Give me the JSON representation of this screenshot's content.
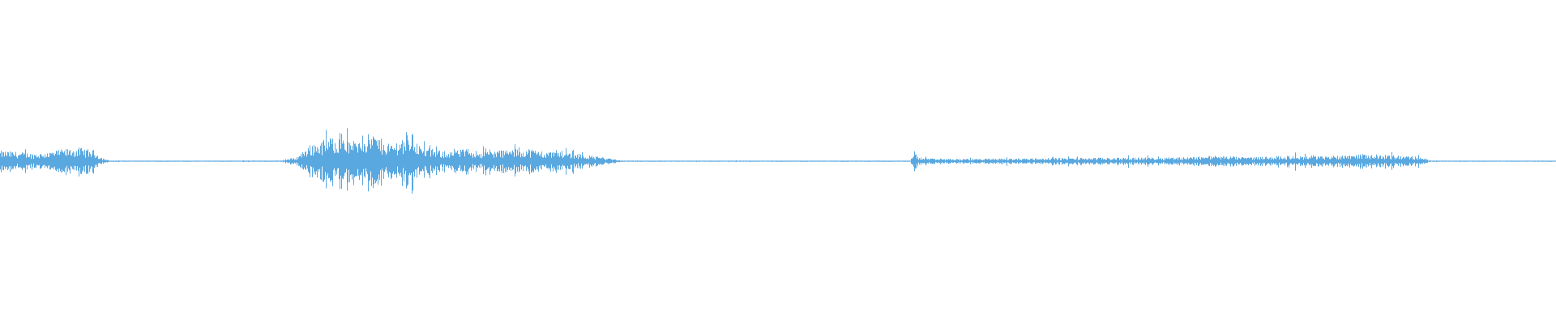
{
  "waveform": {
    "color": "#5aa8e0",
    "background": "#ffffff",
    "envelope": [
      [
        0.0,
        0.13
      ],
      [
        0.01,
        0.12
      ],
      [
        0.02,
        0.1
      ],
      [
        0.03,
        0.11
      ],
      [
        0.04,
        0.15
      ],
      [
        0.05,
        0.17
      ],
      [
        0.06,
        0.14
      ],
      [
        0.065,
        0.05
      ],
      [
        0.07,
        0.006
      ],
      [
        0.1,
        0.006
      ],
      [
        0.15,
        0.006
      ],
      [
        0.18,
        0.008
      ],
      [
        0.19,
        0.05
      ],
      [
        0.2,
        0.22
      ],
      [
        0.21,
        0.28
      ],
      [
        0.22,
        0.38
      ],
      [
        0.225,
        0.22
      ],
      [
        0.23,
        0.3
      ],
      [
        0.24,
        0.35
      ],
      [
        0.25,
        0.2
      ],
      [
        0.26,
        0.32
      ],
      [
        0.265,
        0.36
      ],
      [
        0.27,
        0.18
      ],
      [
        0.28,
        0.14
      ],
      [
        0.29,
        0.12
      ],
      [
        0.3,
        0.16
      ],
      [
        0.31,
        0.12
      ],
      [
        0.32,
        0.14
      ],
      [
        0.33,
        0.15
      ],
      [
        0.34,
        0.16
      ],
      [
        0.35,
        0.12
      ],
      [
        0.36,
        0.13
      ],
      [
        0.37,
        0.1
      ],
      [
        0.38,
        0.07
      ],
      [
        0.39,
        0.04
      ],
      [
        0.4,
        0.006
      ],
      [
        0.5,
        0.006
      ],
      [
        0.585,
        0.006
      ],
      [
        0.587,
        0.14
      ],
      [
        0.59,
        0.05
      ],
      [
        0.6,
        0.03
      ],
      [
        0.62,
        0.03
      ],
      [
        0.65,
        0.035
      ],
      [
        0.68,
        0.04
      ],
      [
        0.72,
        0.045
      ],
      [
        0.76,
        0.05
      ],
      [
        0.78,
        0.07
      ],
      [
        0.8,
        0.05
      ],
      [
        0.83,
        0.07
      ],
      [
        0.85,
        0.06
      ],
      [
        0.87,
        0.09
      ],
      [
        0.89,
        0.08
      ],
      [
        0.91,
        0.06
      ],
      [
        0.92,
        0.01
      ],
      [
        0.93,
        0.004
      ],
      [
        0.97,
        0.004
      ],
      [
        1.0,
        0.004
      ]
    ]
  }
}
